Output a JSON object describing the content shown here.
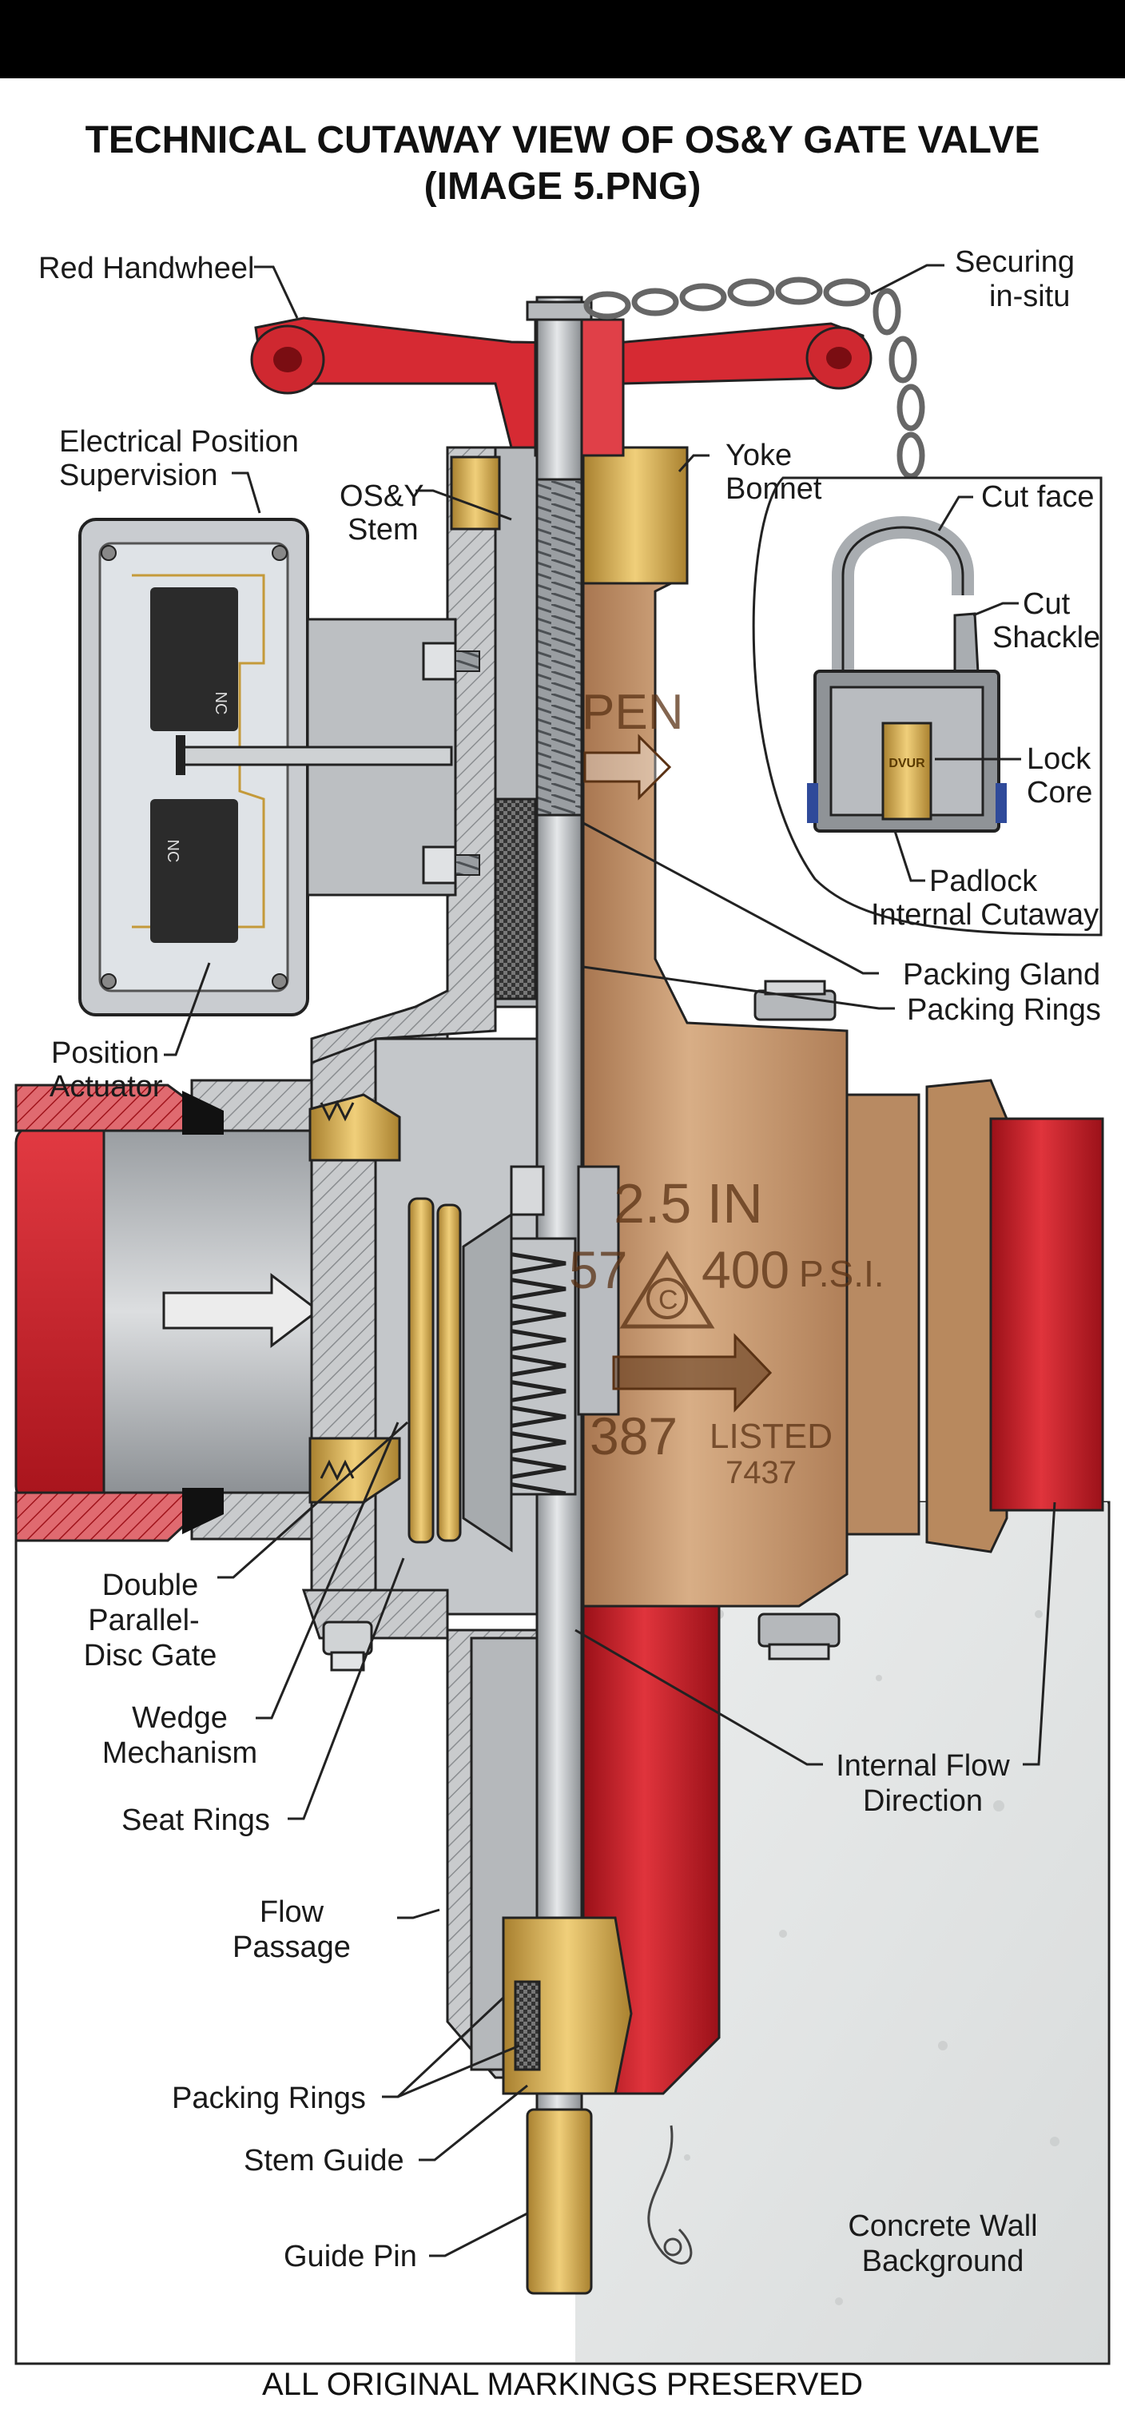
{
  "title": {
    "line1": "TECHNICAL CUTAWAY VIEW OF OS&Y GATE VALVE",
    "line2": "(IMAGE 5.PNG)"
  },
  "footer": "ALL ORIGINAL MARKINGS PRESERVED",
  "labels": {
    "red_handwheel": "Red Handwheel",
    "securing_1": "Securing",
    "securing_2": "in-situ",
    "electrical_1": "Electrical Position",
    "electrical_2": "Supervision",
    "osy_stem_1": "OS&Y",
    "osy_stem_2": "Stem",
    "yoke_1": "Yoke",
    "yoke_2": "Bonnet",
    "cut_face": "Cut face",
    "cut_shackle_1": "Cut",
    "cut_shackle_2": "Shackle",
    "lock_core_1": "Lock",
    "lock_core_2": "Core",
    "padlock_1": "Padlock",
    "padlock_2": "Internal Cutaway",
    "packing_gland": "Packing Gland",
    "packing_rings_top": "Packing Rings",
    "position_actuator_1": "Position",
    "position_actuator_2": "Actuator",
    "double_gate_1": "Double",
    "double_gate_2": "Parallel-",
    "double_gate_3": "Disc Gate",
    "wedge_1": "Wedge",
    "wedge_2": "Mechanism",
    "seat_rings": "Seat Rings",
    "flow_passage_1": "Flow",
    "flow_passage_2": "Passage",
    "internal_flow_1": "Internal Flow",
    "internal_flow_2": "Direction",
    "packing_rings_bottom": "Packing Rings",
    "stem_guide": "Stem Guide",
    "guide_pin": "Guide Pin",
    "concrete_1": "Concrete Wall",
    "concrete_2": "Background"
  },
  "markings": {
    "open": "PEN",
    "size": "2.5 IN",
    "num_left": "57",
    "pressure": "400",
    "psi": "P.S.I.",
    "circle_c": "C",
    "num_bottom": "387",
    "listed": "LISTED",
    "listed_num": "7437",
    "switch_nc_1": "NC",
    "switch_nc_2": "NC",
    "lock_brand": "DVUR"
  },
  "colors": {
    "red": "#c8212b",
    "brass": "#c9a14e",
    "bronze": "#c79a72",
    "steel": "#b9bcc0",
    "background_concrete": "#e4e6e6"
  }
}
